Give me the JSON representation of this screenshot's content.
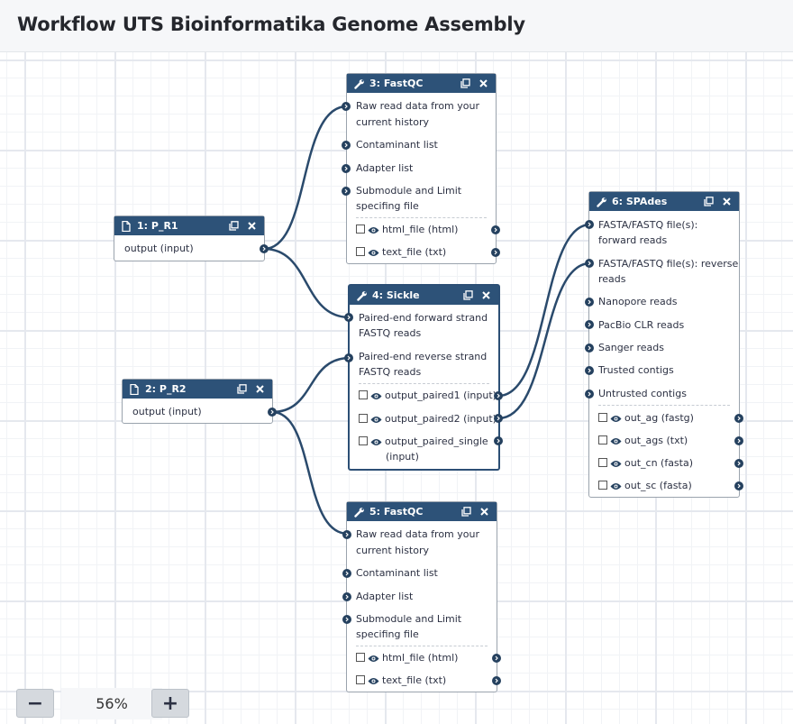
{
  "header": {
    "title": "Workflow UTS Bioinformatika Genome Assembly"
  },
  "zoom": {
    "minus_label": "−",
    "plus_label": "+",
    "level": "56%"
  },
  "nodes": {
    "n1": {
      "title": "1: P_R1",
      "output": "output (input)"
    },
    "n2": {
      "title": "2: P_R2",
      "output": "output (input)"
    },
    "n3": {
      "title": "3: FastQC",
      "inputs": [
        "Raw read data from your",
        "current history",
        "Contaminant list",
        "Adapter list",
        "Submodule and Limit",
        "specifing file"
      ],
      "outputs": [
        "html_file (html)",
        "text_file (txt)"
      ]
    },
    "n4": {
      "title": "4: Sickle",
      "inputs": [
        "Paired-end forward strand",
        "FASTQ reads",
        "Paired-end reverse strand",
        "FASTQ reads"
      ],
      "outputs": [
        "output_paired1 (input)",
        "output_paired2 (input)",
        "output_paired_single",
        "(input)"
      ]
    },
    "n5": {
      "title": "5: FastQC",
      "inputs": [
        "Raw read data from your",
        "current history",
        "Contaminant list",
        "Adapter list",
        "Submodule and Limit",
        "specifing file"
      ],
      "outputs": [
        "html_file (html)",
        "text_file (txt)"
      ]
    },
    "n6": {
      "title": "6: SPAdes",
      "inputs": [
        "FASTA/FASTQ file(s):",
        "forward reads",
        "FASTA/FASTQ file(s): reverse",
        "reads",
        "Nanopore reads",
        "PacBio CLR reads",
        "Sanger reads",
        "Trusted contigs",
        "Untrusted contigs"
      ],
      "outputs": [
        "out_ag (fastg)",
        "out_ags (txt)",
        "out_cn (fasta)",
        "out_sc (fasta)"
      ]
    }
  }
}
